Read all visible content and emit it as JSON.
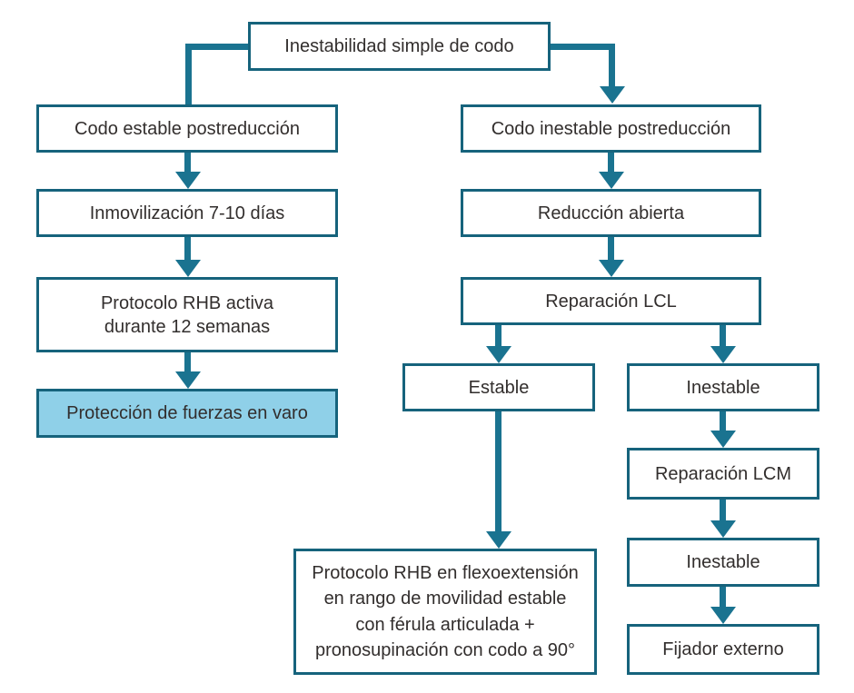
{
  "colors": {
    "box_border": "#16637C",
    "line": "#1A7390",
    "highlight_fill": "#8FD0E8",
    "text": "#322E2D",
    "background": "#FFFFFF"
  },
  "flowchart": {
    "root": "Inestabilidad simple de codo",
    "left_branch": {
      "stable_postreduction": "Codo estable postreducción",
      "immobilization": "Inmovilización 7-10 días",
      "rhb_active_protocol": "Protocolo RHB activa durante 12 semanas",
      "varus_protection": "Protección de fuerzas en varo"
    },
    "right_branch": {
      "unstable_postreduction": "Codo inestable postreducción",
      "open_reduction": "Reducción abierta",
      "lcl_repair": "Reparación LCL",
      "stable": "Estable",
      "unstable_1": "Inestable",
      "rhb_flexoextension_protocol": "Protocolo RHB en flexoextensión en rango de movilidad estable con férula articulada + pronosupinación con codo a 90°",
      "lcm_repair": "Reparación LCM",
      "unstable_2": "Inestable",
      "external_fixator": "Fijador externo"
    }
  }
}
